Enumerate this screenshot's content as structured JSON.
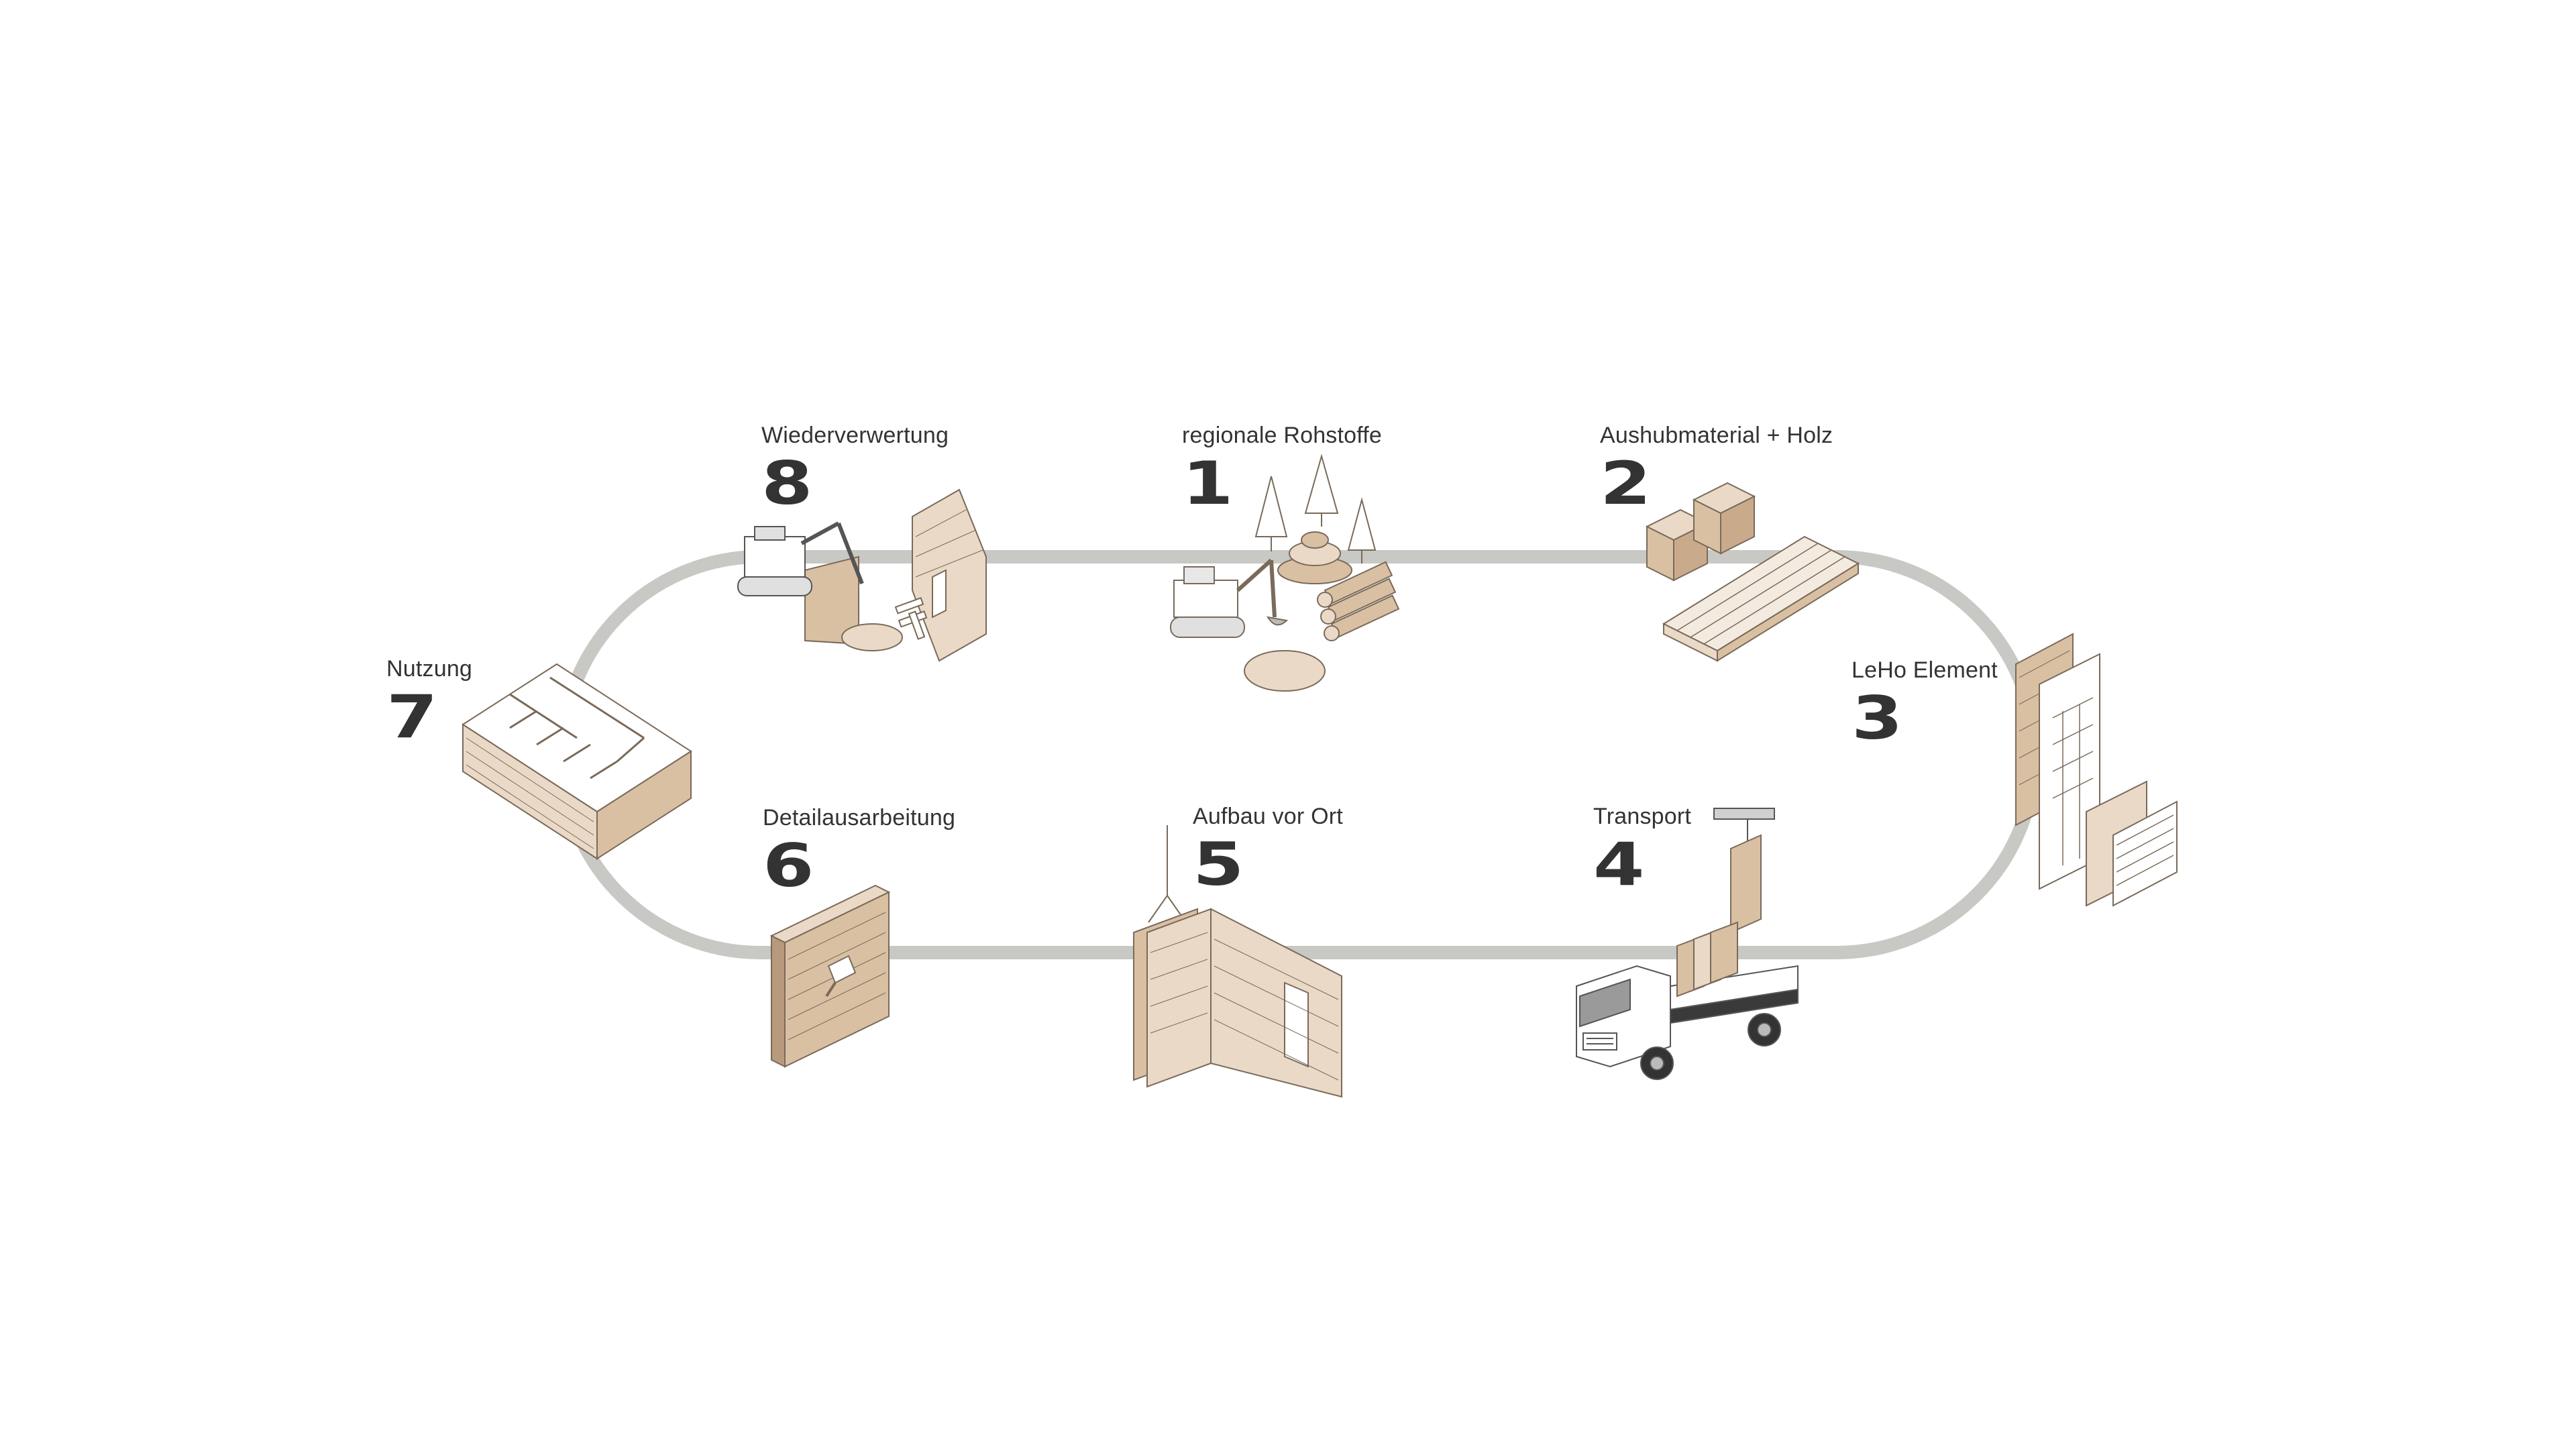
{
  "colors": {
    "track": "#c8c8c4",
    "wood_light": "#ead9c6",
    "wood_mid": "#d9c0a3",
    "wood_dark": "#b79a7c",
    "line": "#7a6a5a",
    "text": "#333333"
  },
  "steps": [
    {
      "number": "1",
      "label": "regionale Rohstoffe",
      "icon": "excavator-logs-trees-icon"
    },
    {
      "number": "2",
      "label": "Aushubmaterial + Holz",
      "icon": "bags-and-boards-icon"
    },
    {
      "number": "3",
      "label": "LeHo Element",
      "icon": "exploded-wall-element-icon"
    },
    {
      "number": "4",
      "label": "Transport",
      "icon": "truck-with-crane-icon"
    },
    {
      "number": "5",
      "label": "Aufbau vor Ort",
      "icon": "wall-assembly-crane-icon"
    },
    {
      "number": "6",
      "label": "Detailausarbeitung",
      "icon": "wall-panel-detail-icon"
    },
    {
      "number": "7",
      "label": "Nutzung",
      "icon": "building-floorplan-icon"
    },
    {
      "number": "8",
      "label": "Wiederverwertung",
      "icon": "demolition-excavator-icon"
    }
  ]
}
